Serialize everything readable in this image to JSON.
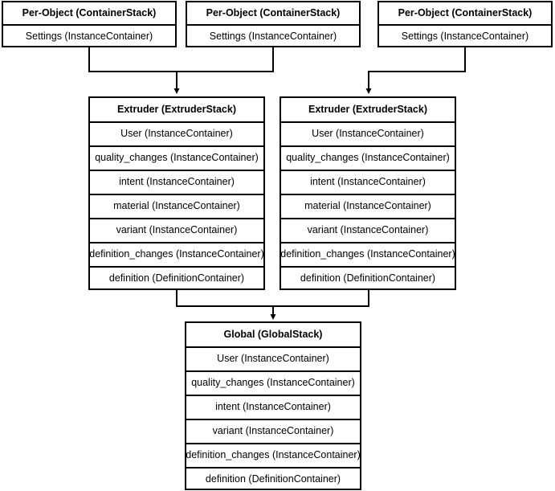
{
  "diagram": {
    "type": "container-stack-hierarchy",
    "background_color": "#ffffff",
    "line_color": "#000000",
    "text_color": "#000000",
    "nodes": [
      {
        "id": "perobject-1",
        "header": "Per-Object (ContainerStack)",
        "rows": [
          "Settings (InstanceContainer)"
        ]
      },
      {
        "id": "perobject-2",
        "header": "Per-Object (ContainerStack)",
        "rows": [
          "Settings (InstanceContainer)"
        ]
      },
      {
        "id": "perobject-3",
        "header": "Per-Object (ContainerStack)",
        "rows": [
          "Settings (InstanceContainer)"
        ]
      },
      {
        "id": "extruder-1",
        "header": "Extruder (ExtruderStack)",
        "rows": [
          "User (InstanceContainer)",
          "quality_changes (InstanceContainer)",
          "intent (InstanceContainer)",
          "material (InstanceContainer)",
          "variant (InstanceContainer)",
          "definition_changes (InstanceContainer)",
          "definition (DefinitionContainer)"
        ]
      },
      {
        "id": "extruder-2",
        "header": "Extruder (ExtruderStack)",
        "rows": [
          "User (InstanceContainer)",
          "quality_changes (InstanceContainer)",
          "intent (InstanceContainer)",
          "material (InstanceContainer)",
          "variant (InstanceContainer)",
          "definition_changes (InstanceContainer)",
          "definition (DefinitionContainer)"
        ]
      },
      {
        "id": "global-1",
        "header": "Global (GlobalStack)",
        "rows": [
          "User (InstanceContainer)",
          "quality_changes (InstanceContainer)",
          "intent (InstanceContainer)",
          "variant (InstanceContainer)",
          "definition_changes (InstanceContainer)",
          "definition (DefinitionContainer)"
        ]
      }
    ],
    "edges": [
      {
        "id": "edge-perobject1-to-extruder1",
        "from": "perobject-1",
        "to": "extruder-1"
      },
      {
        "id": "edge-perobject2-to-extruder1",
        "from": "perobject-2",
        "to": "extruder-1"
      },
      {
        "id": "edge-perobject3-to-extruder2",
        "from": "perobject-3",
        "to": "extruder-2"
      },
      {
        "id": "edge-extruder1-to-global1",
        "from": "extruder-1",
        "to": "global-1"
      },
      {
        "id": "edge-extruder2-to-global1",
        "from": "extruder-2",
        "to": "global-1"
      }
    ]
  }
}
